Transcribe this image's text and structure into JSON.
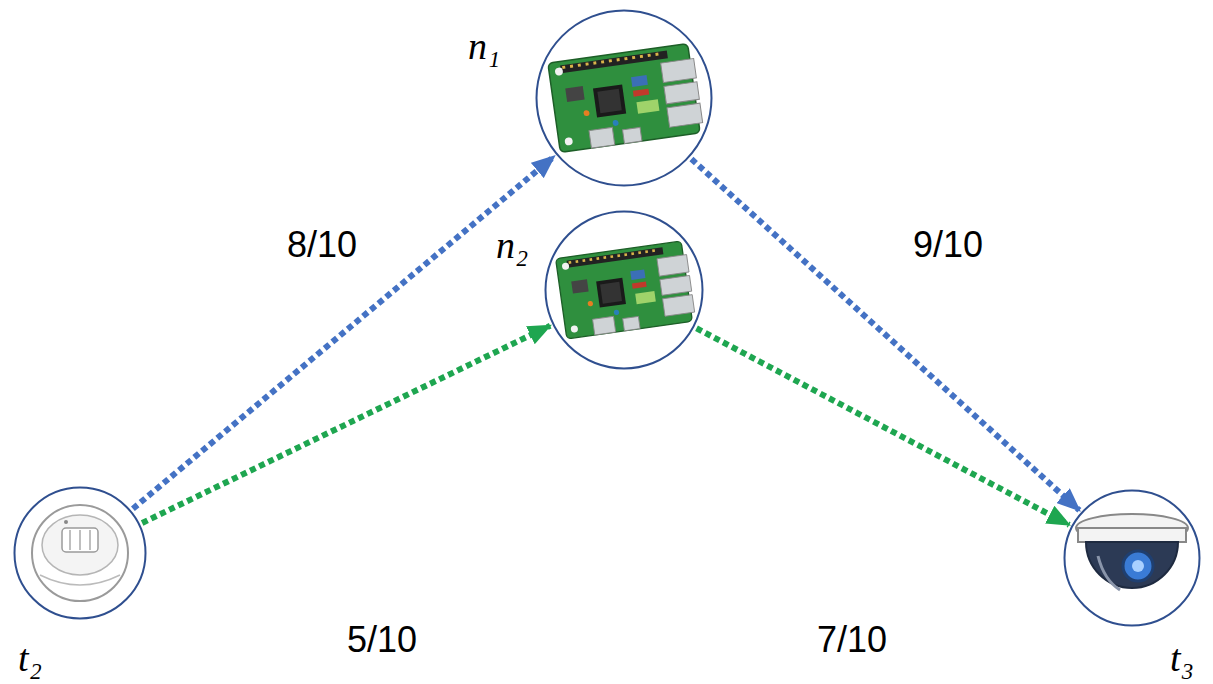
{
  "diagram": {
    "nodes": [
      {
        "text": [
          "n₁"
        ]
      },
      {
        "text": [
          "n₂"
        ]
      },
      {
        "text": [
          "t₂"
        ]
      },
      {
        "text": [
          "t₃"
        ]
      }
    ],
    "edges": [
      {
        "from": 2,
        "to": 0,
        "arrow": "to",
        "label": "8/10"
      },
      {
        "from": 0,
        "to": 3,
        "arrow": "to",
        "label": "9/10"
      },
      {
        "from": 2,
        "to": 1,
        "arrow": "to",
        "label": "5/10"
      },
      {
        "from": 1,
        "to": 3,
        "arrow": "to",
        "label": "7/10"
      }
    ]
  }
}
